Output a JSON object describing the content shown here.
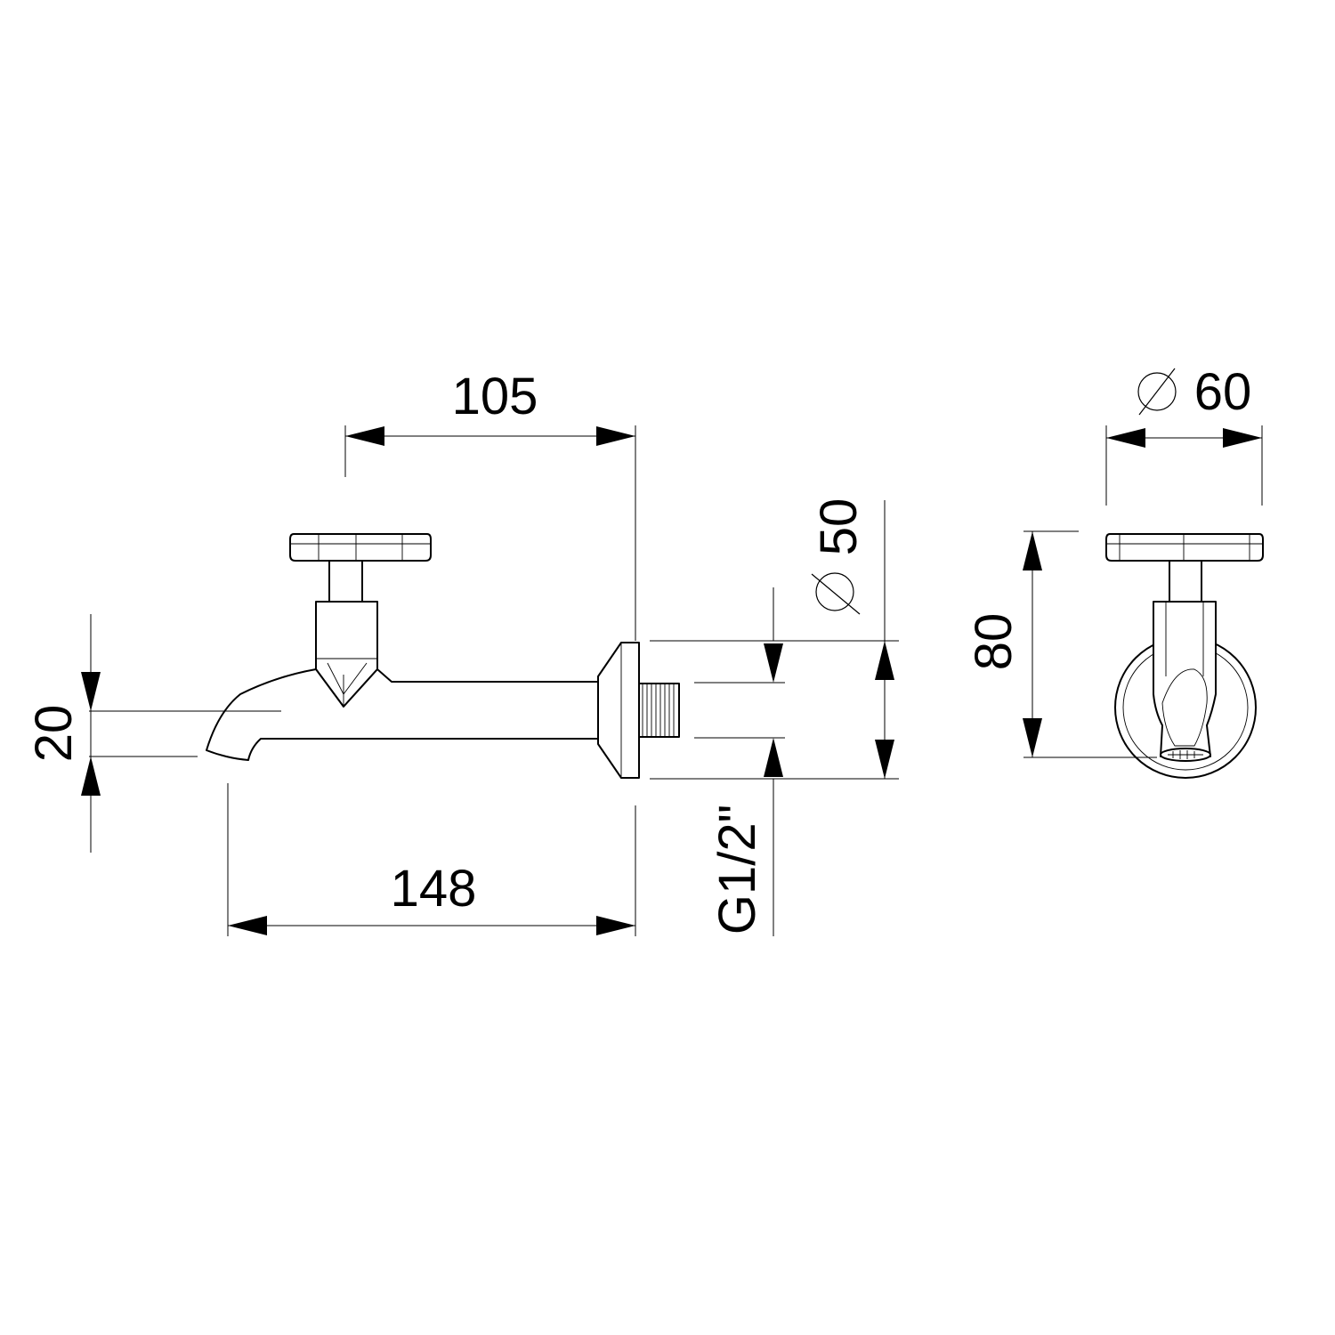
{
  "dimensions": {
    "dim_105": "105",
    "dim_148": "148",
    "dim_20": "20",
    "dim_50": "50",
    "dim_g12": "G1/2\"",
    "dim_60": "60",
    "dim_80": "80"
  },
  "colors": {
    "line": "#000000",
    "background": "#ffffff"
  }
}
